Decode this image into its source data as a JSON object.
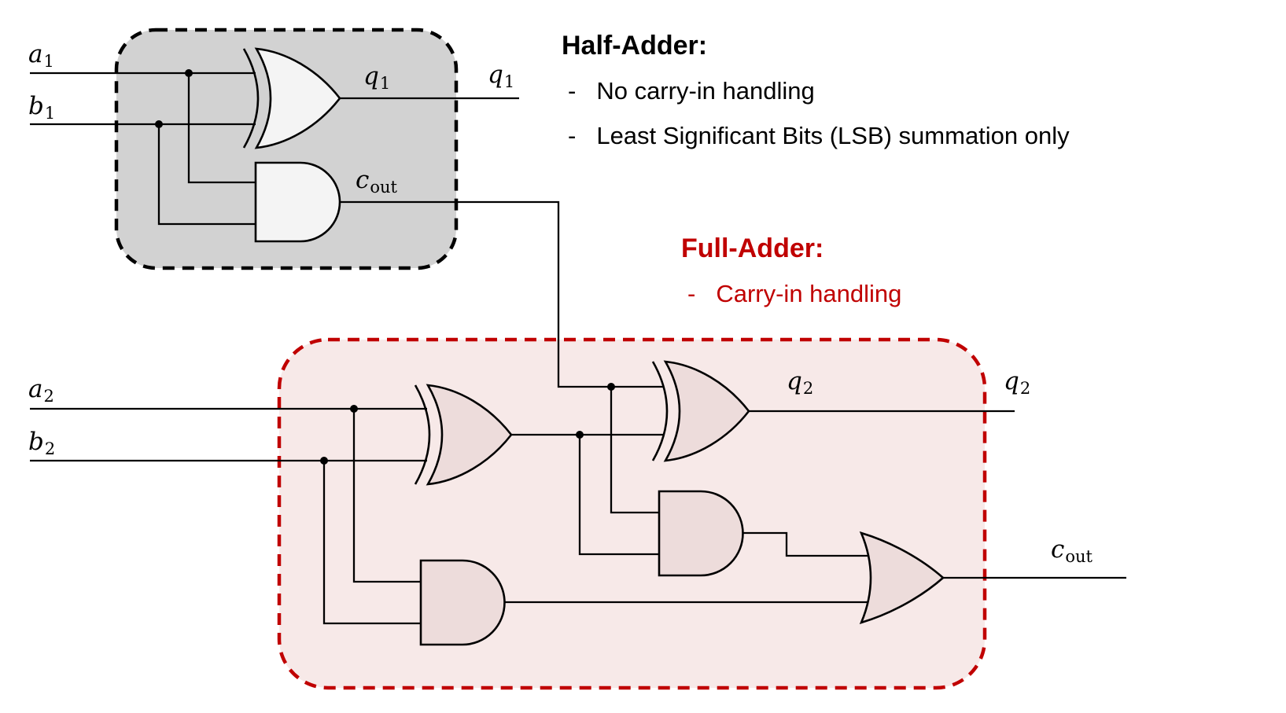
{
  "colors": {
    "accent-red": "#c00000",
    "line": "#000000",
    "text": "#000000",
    "ha-box-fill": "#d2d2d2",
    "ha-gate-fill": "#f4f4f4",
    "fa-box-fill": "#f7e9e8",
    "fa-gate-fill": "#eddcdb"
  },
  "ui": {
    "bullet_dash": "-"
  },
  "half_adder": {
    "input_a": {
      "base": "a",
      "sub": "1"
    },
    "input_b": {
      "base": "b",
      "sub": "1"
    },
    "sum_out": {
      "base": "q",
      "sub": "1"
    },
    "carry_out": {
      "base": "c",
      "sub": "out"
    },
    "note": {
      "title": "Half-Adder:",
      "bullets": [
        "No carry-in handling",
        "Least Significant Bits (LSB) summation only"
      ]
    }
  },
  "full_adder": {
    "input_a": {
      "base": "a",
      "sub": "2"
    },
    "input_b": {
      "base": "b",
      "sub": "2"
    },
    "sum_out": {
      "base": "q",
      "sub": "2"
    },
    "carry_out": {
      "base": "c",
      "sub": "out"
    },
    "note": {
      "title": "Full-Adder:",
      "bullets": [
        "Carry-in handling"
      ]
    }
  }
}
